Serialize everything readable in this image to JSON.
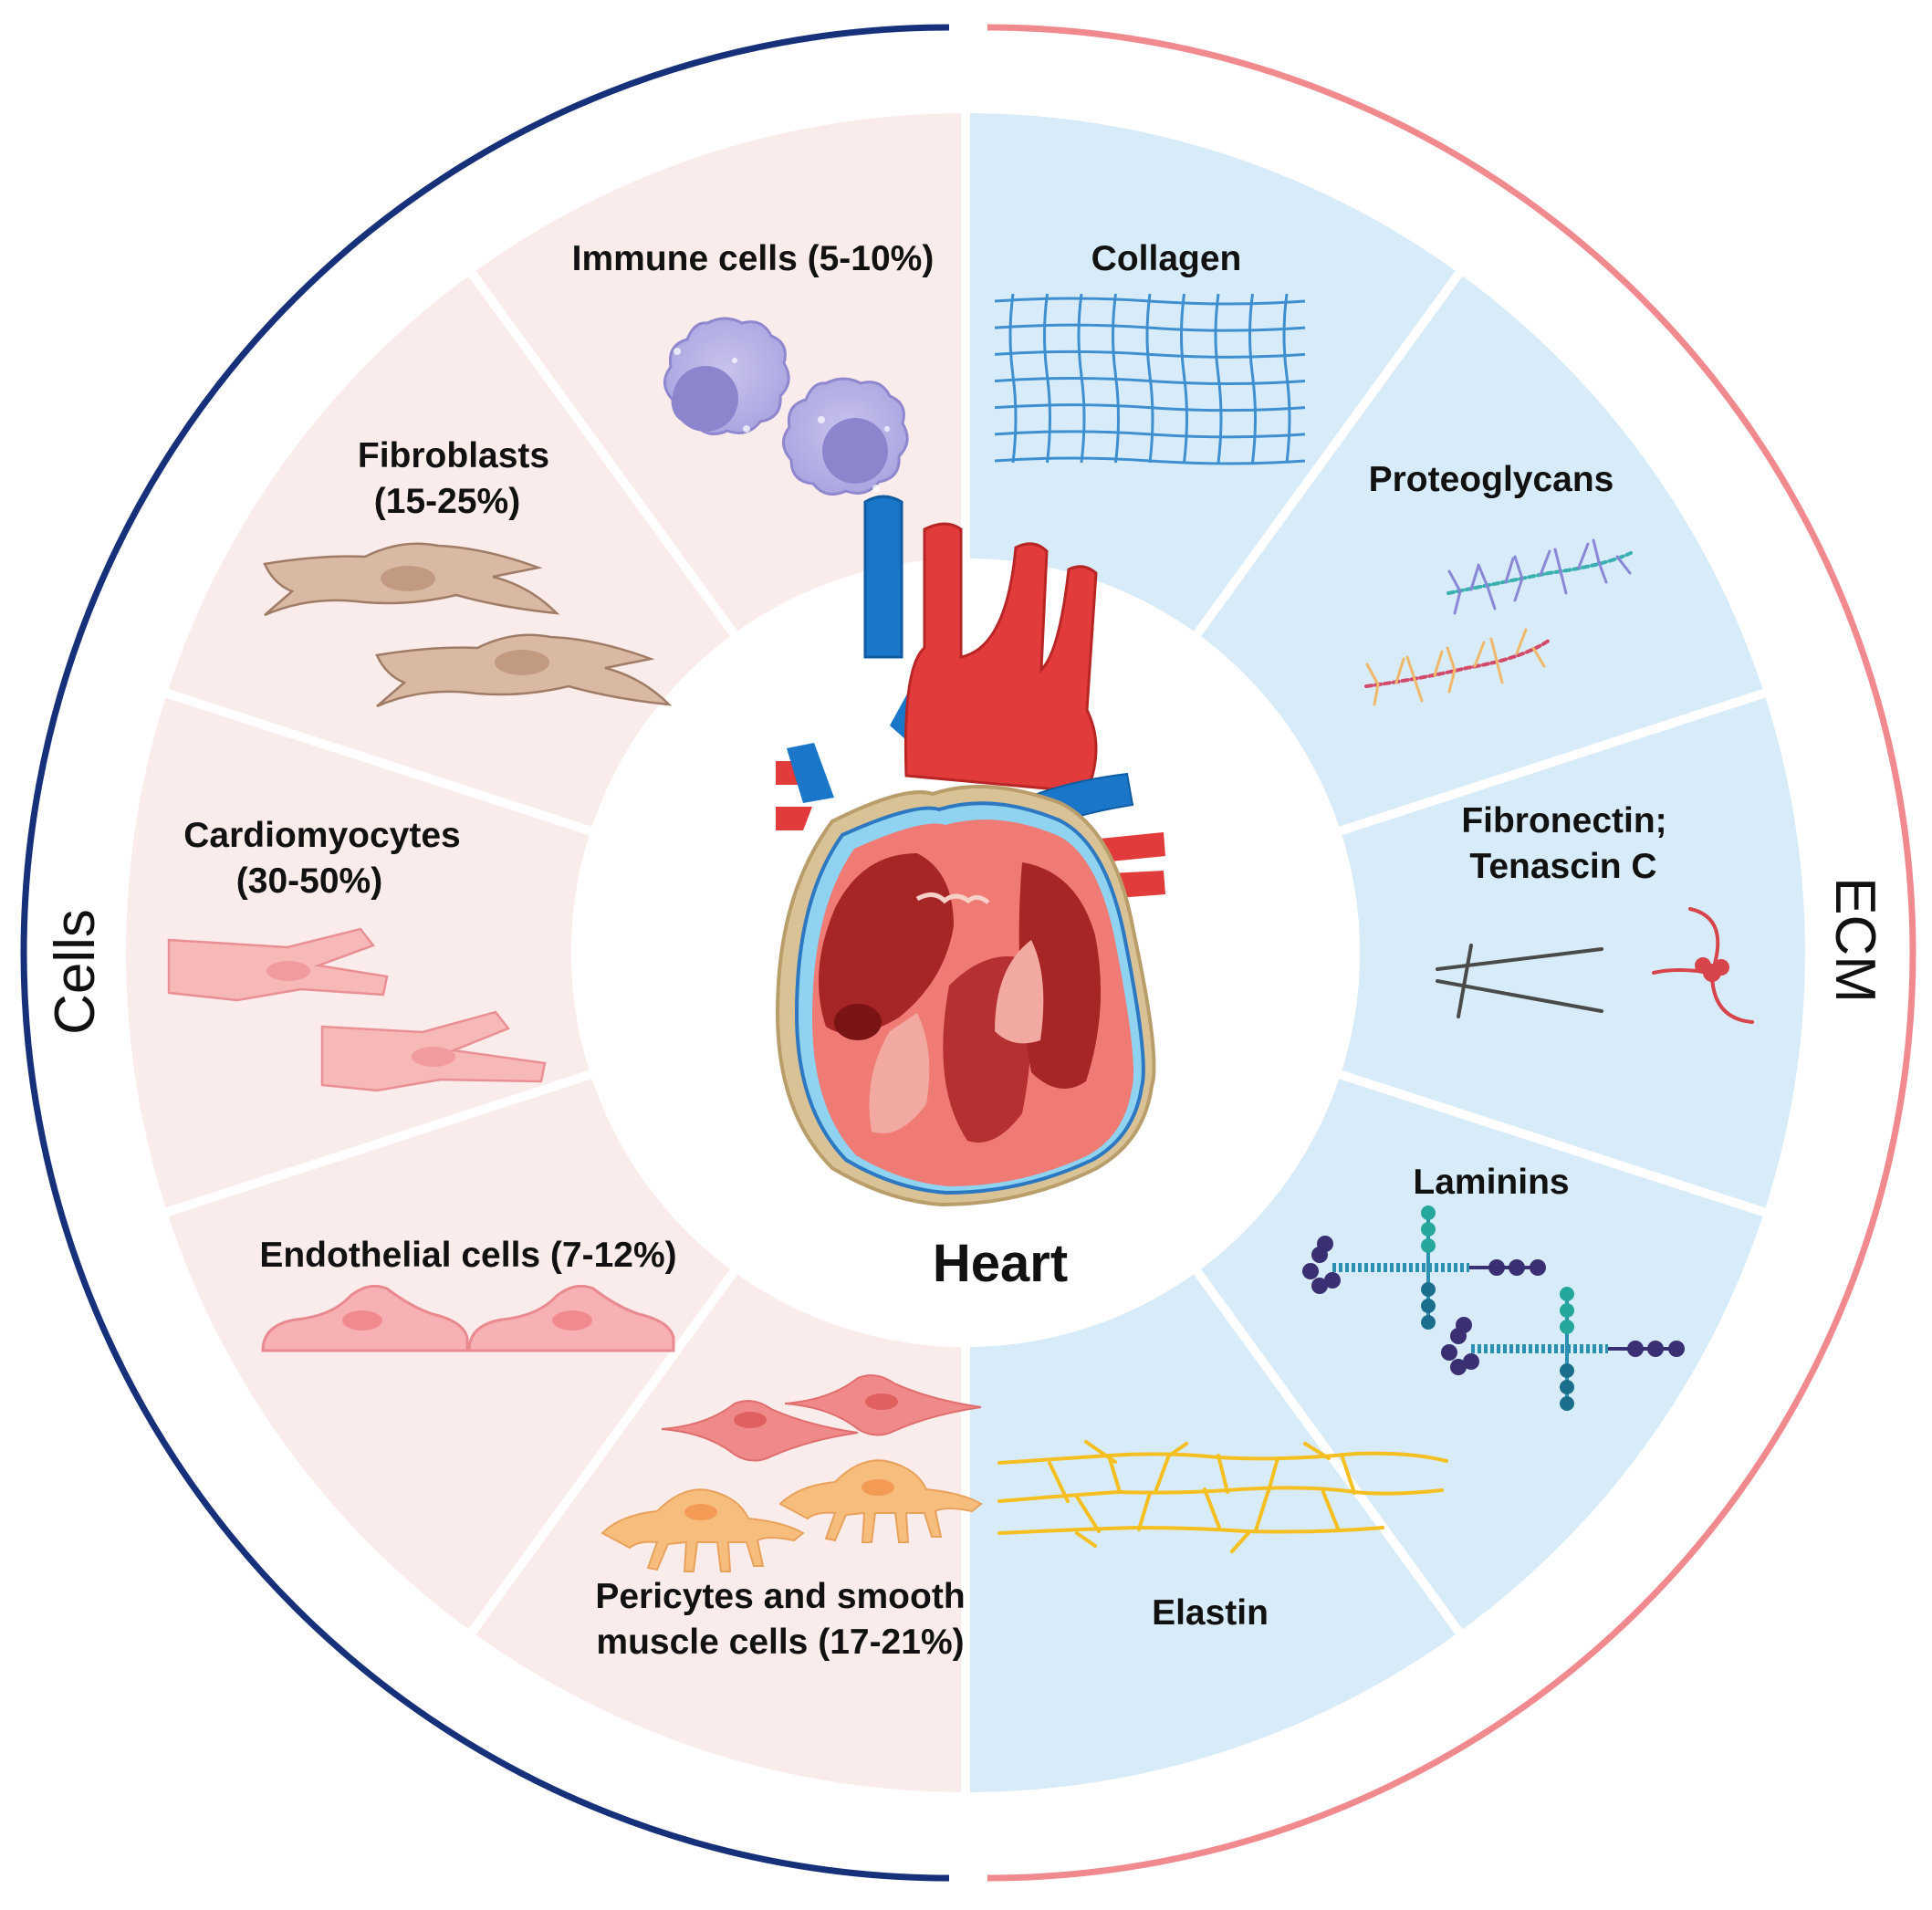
{
  "center": {
    "label": "Heart"
  },
  "sides": {
    "left": "Cells",
    "right": "ECM"
  },
  "cells": {
    "immune": {
      "line1": "Immune cells (5-10%)"
    },
    "fibroblasts": {
      "line1": "Fibroblasts",
      "line2": "(15-25%)"
    },
    "cardiomyocytes": {
      "line1": "Cardiomyocytes",
      "line2": "(30-50%)"
    },
    "endothelial": {
      "line1": "Endothelial cells (7-12%)"
    },
    "pericytes": {
      "line1": "Pericytes and smooth",
      "line2": "muscle cells (17-21%)"
    }
  },
  "ecm": {
    "collagen": {
      "line1": "Collagen"
    },
    "proteoglycans": {
      "line1": "Proteoglycans"
    },
    "fibronectin": {
      "line1": "Fibronectin;",
      "line2": "Tenascin C"
    },
    "laminins": {
      "line1": "Laminins"
    },
    "elastin": {
      "line1": "Elastin"
    }
  },
  "colors": {
    "cells_arc": "#17307a",
    "ecm_arc": "#f08a8e",
    "cells_fill": "#fbecec",
    "ecm_fill": "#d7ebf8"
  }
}
